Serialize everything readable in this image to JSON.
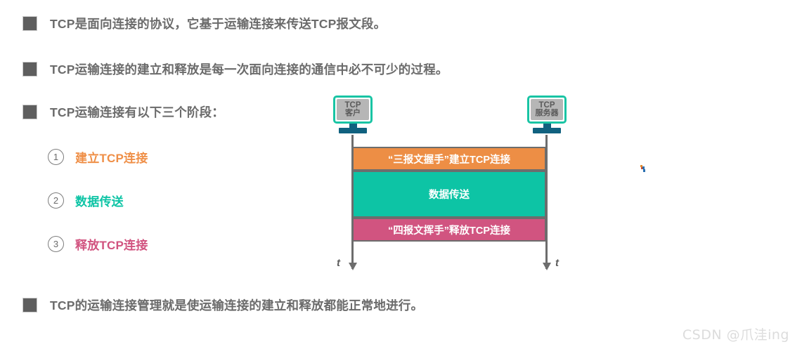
{
  "slide": {
    "background_color": "#ffffff",
    "bullets": [
      {
        "text": "TCP是面向连接的协议，它基于运输连接来传送TCP报文段。"
      },
      {
        "text": "TCP运输连接的建立和释放是每一次面向连接的通信中必不可少的过程。"
      },
      {
        "text": "TCP运输连接有以下三个阶段："
      },
      {
        "text": "TCP的运输连接管理就是使运输连接的建立和释放都能正常地进行。"
      }
    ],
    "phases": [
      {
        "number": "1",
        "label": "建立TCP连接",
        "color": "#ef8f47"
      },
      {
        "number": "2",
        "label": "数据传送",
        "color": "#0dc4a5"
      },
      {
        "number": "3",
        "label": "释放TCP连接",
        "color": "#d1537f"
      }
    ],
    "bullet_marker_color": "#5e5e5e",
    "bullet_text_color": "#6b6b6b"
  },
  "diagram": {
    "hosts": [
      {
        "name": "tcp-client",
        "line1": "TCP",
        "line2": "客户"
      },
      {
        "name": "tcp-server",
        "line1": "TCP",
        "line2": "服务器"
      }
    ],
    "bars": [
      {
        "name": "handshake",
        "label": "“三报文握手”建立TCP连接",
        "color": "#ed8e45"
      },
      {
        "name": "data-transfer",
        "label": "数据传送",
        "color": "#0dc4a5"
      },
      {
        "name": "release",
        "label": "“四报文挥手”释放TCP连接",
        "color": "#d15480"
      }
    ],
    "time_axis": {
      "left_label": "t",
      "right_label": "t",
      "axis_color": "#6d6d6d"
    },
    "monitor_border_color": "#19c4a4",
    "monitor_screen_color": "#b6b6b6",
    "monitor_stand_color": "#10617f"
  },
  "watermark": {
    "text": "CSDN @爪洼ing"
  }
}
